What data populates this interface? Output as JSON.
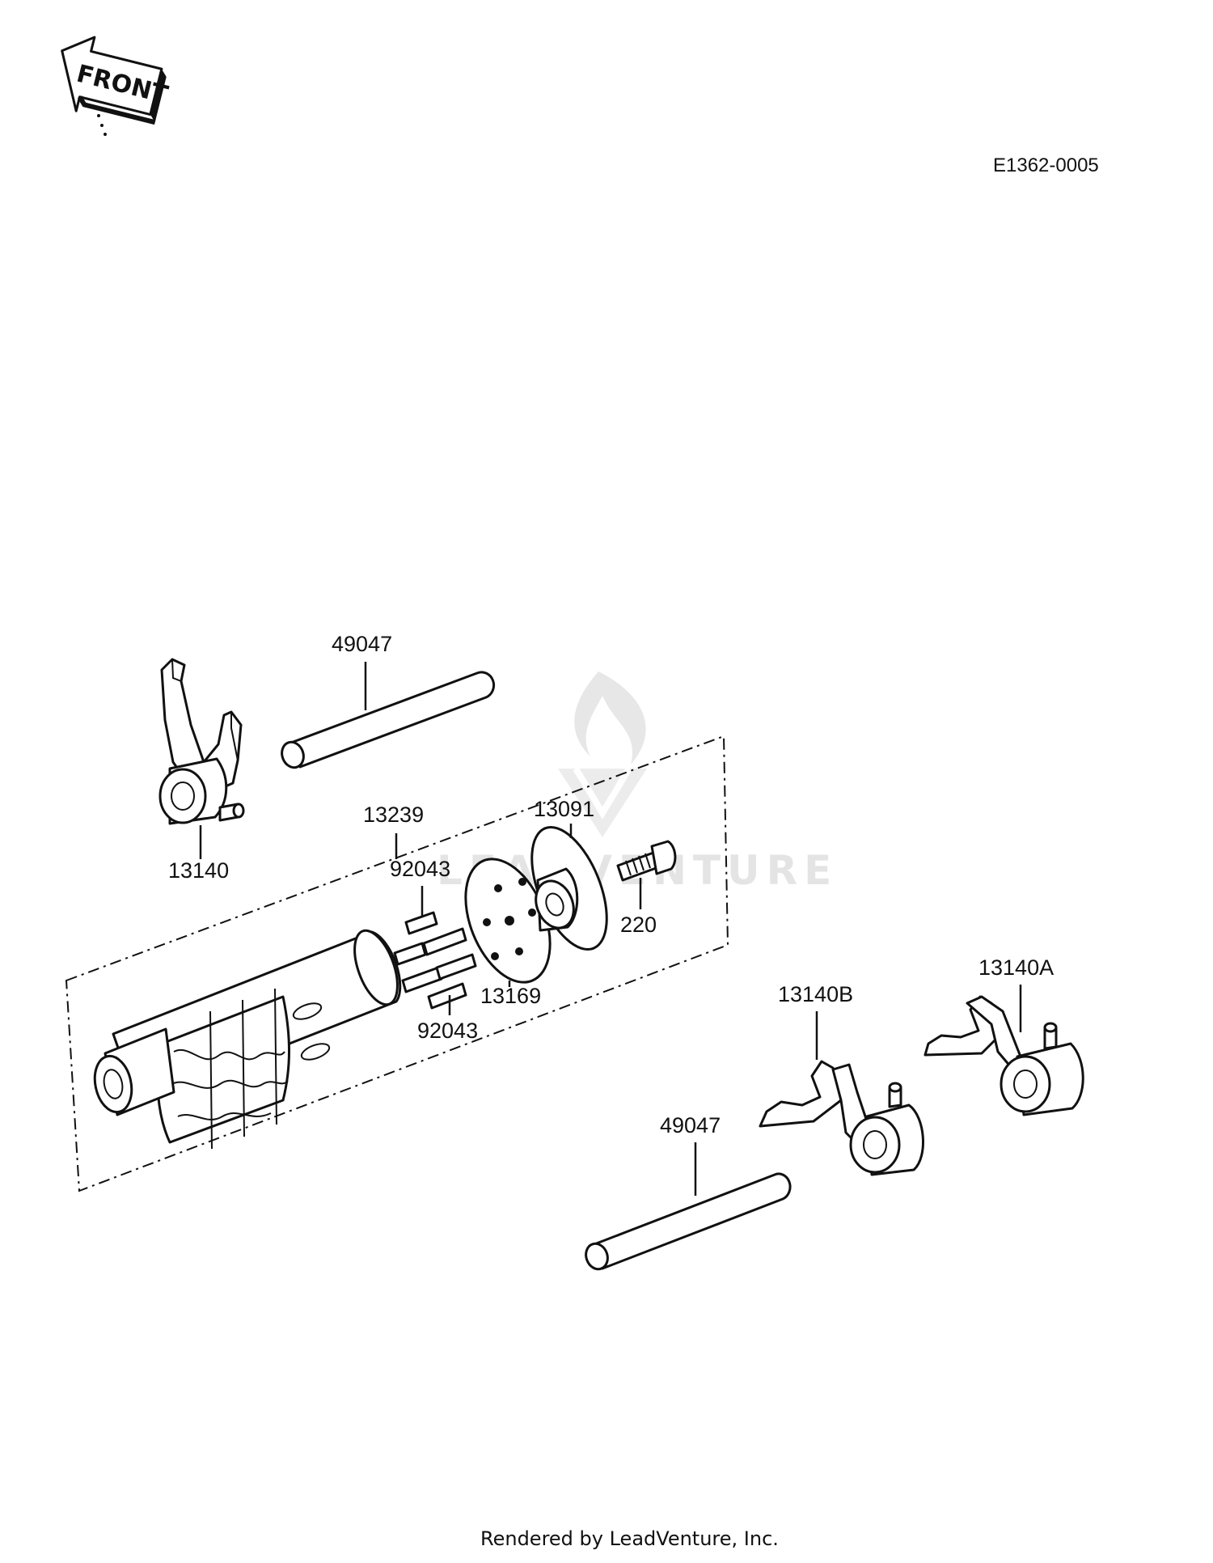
{
  "diagram_code": "E1362-0005",
  "front_label": "FRONT",
  "footer_text": "Rendered by LeadVenture, Inc.",
  "watermark_text": "LEADVENTURE",
  "callouts": [
    {
      "id": "shaft-upper",
      "label": "49047"
    },
    {
      "id": "fork-upper",
      "label": "13140"
    },
    {
      "id": "drum-assembly",
      "label": "13239"
    },
    {
      "id": "pin-upper",
      "label": "92043"
    },
    {
      "id": "pin-lower",
      "label": "92043"
    },
    {
      "id": "pin-plate",
      "label": "13169"
    },
    {
      "id": "cam",
      "label": "13091"
    },
    {
      "id": "bolt",
      "label": "220"
    },
    {
      "id": "fork-b",
      "label": "13140B"
    },
    {
      "id": "fork-a",
      "label": "13140A"
    },
    {
      "id": "shaft-lower",
      "label": "49047"
    }
  ],
  "colors": {
    "ink": "#111111",
    "paper": "#ffffff",
    "watermark": "#cfcfcf"
  }
}
